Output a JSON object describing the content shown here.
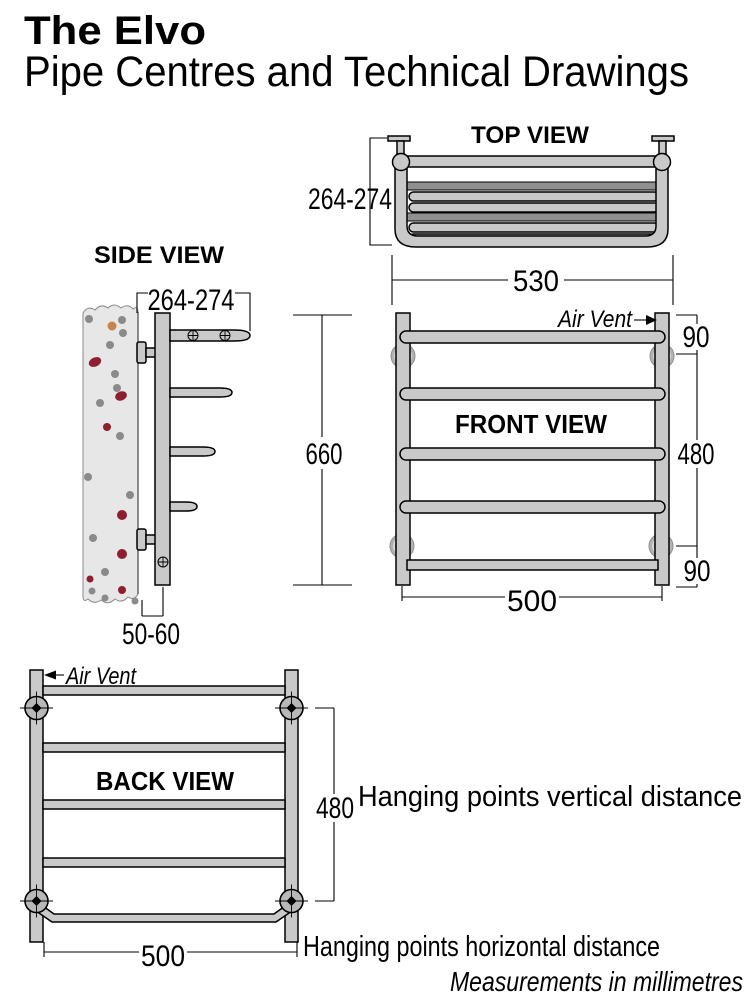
{
  "title": {
    "line1": "The Elvo",
    "line2": "Pipe Centres and Technical Drawings"
  },
  "top_view": {
    "label": "TOP VIEW",
    "dim_depth": "264-274",
    "dim_width": "530"
  },
  "side_view": {
    "label": "SIDE VIEW",
    "dim_depth": "264-274",
    "dim_wall_gap": "50-60"
  },
  "front_view": {
    "label": "FRONT VIEW",
    "air_vent_label": "Air Vent",
    "dim_height": "660",
    "dim_top": "90",
    "dim_middle": "480",
    "dim_bottom": "90",
    "dim_width": "500"
  },
  "back_view": {
    "label": "BACK VIEW",
    "air_vent_label": "Air Vent",
    "dim_vertical": "480",
    "dim_horizontal": "500"
  },
  "notes": {
    "hanging_vertical": "Hanging points vertical distance",
    "hanging_horizontal": "Hanging points horizontal distance",
    "units": "Measurements in millimetres"
  },
  "colors": {
    "metal": "#c9c9c9",
    "metal_dark": "#909090",
    "wall": "#e7e7e7",
    "speck_gray": "#8a8a8a",
    "speck_red": "#8e1f2e",
    "speck_orange": "#c8824b",
    "mount_ring": "#b3b3b3",
    "hang_point": "#b8b8b8",
    "line": "#000000",
    "background": "#ffffff"
  }
}
